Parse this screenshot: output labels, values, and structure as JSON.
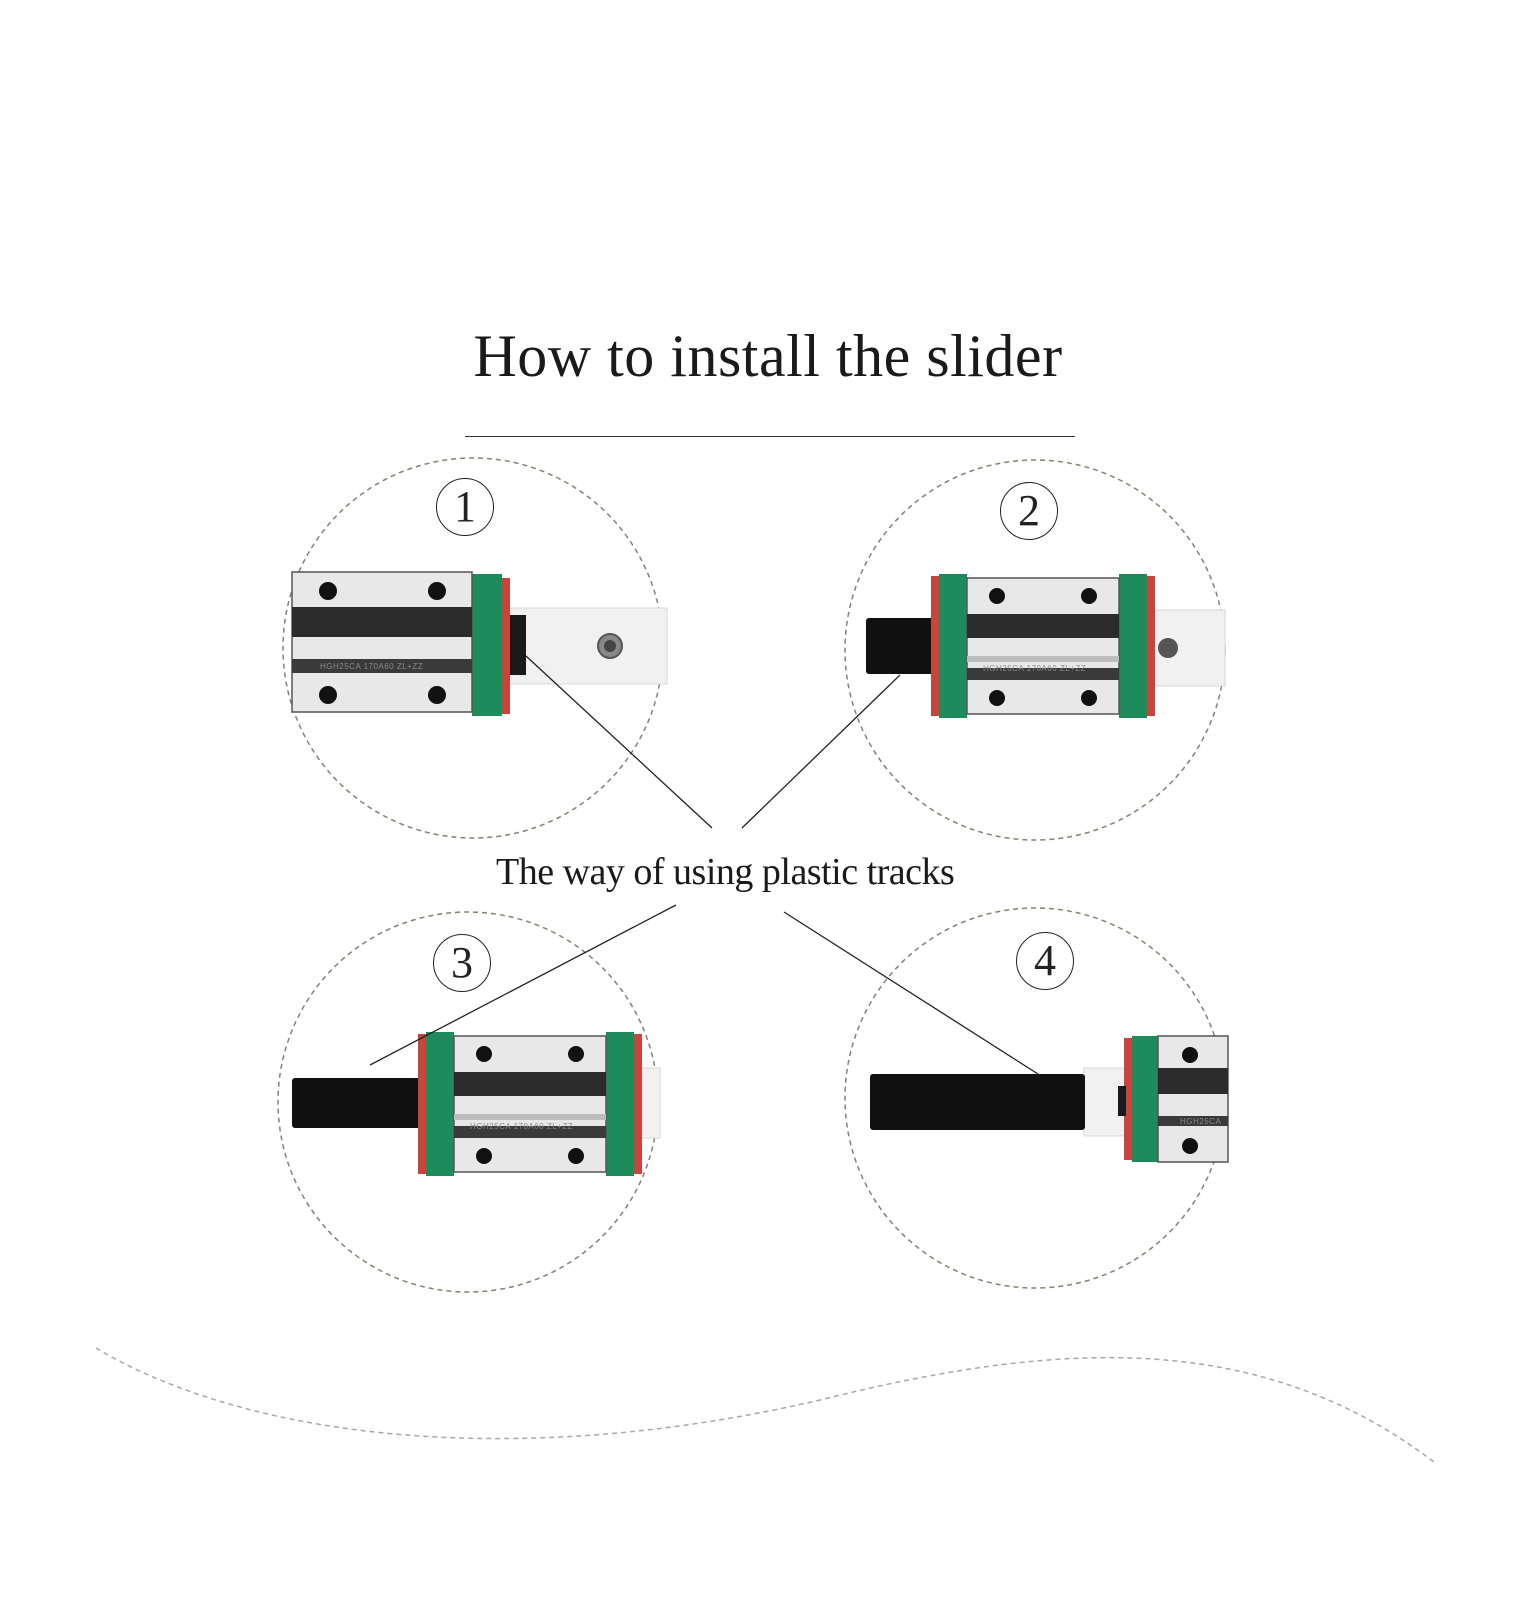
{
  "title": "How to install the slider",
  "caption": "The way of using plastic tracks",
  "steps": [
    {
      "number": "1",
      "block_marking": "HGH25CA 170A60 ZL+ZZ"
    },
    {
      "number": "2",
      "block_marking": "HGH25CA 170A60 ZL+ZZ"
    },
    {
      "number": "3",
      "block_marking": "HGH25CA 170A60 ZL+ZZ"
    },
    {
      "number": "4",
      "block_marking": "HGH25CA"
    }
  ],
  "colors": {
    "seal_green": "#1f8a5a",
    "end_cap_red": "#c8443c",
    "block_dark": "#2b2b2b",
    "block_silver": "#e8e8e8",
    "plastic_track": "#101010",
    "rail": "#eeeeee",
    "dash_line": "#8a8070"
  }
}
